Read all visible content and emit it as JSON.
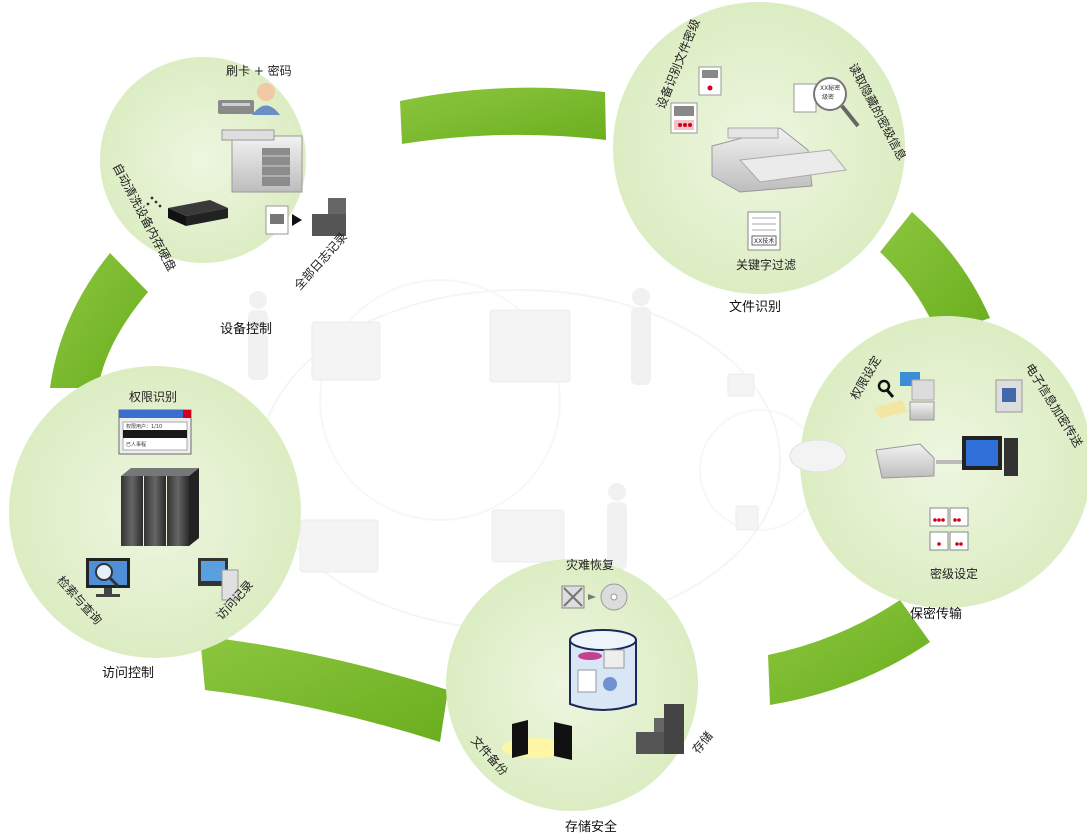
{
  "colors": {
    "circle_fill": "#e3f0cd",
    "arrow_green": "#7ab92a",
    "arrow_green_light": "#a3d15a",
    "ghost": "#e8e8e8"
  },
  "nodes": {
    "device_control": {
      "title": "设备控制",
      "card_password": "刷卡 + 密码",
      "auto_clear": "自动清洗设备内存硬盘",
      "all_logs": "全部日志记录"
    },
    "file_recognition": {
      "title": "文件识别",
      "device_level": "设备识别文件密级",
      "read_hidden": "读取隐藏的密级信息",
      "keyword_filter": "关键字过滤",
      "doc_badge": "XX技术",
      "magnifier_text_1": "XX秘密",
      "magnifier_text_2": "级密"
    },
    "secure_transmission": {
      "title": "保密传输",
      "permission_setting": "权限设定",
      "encrypted_transfer": "电子信息加密传送",
      "level_setting": "密级设定"
    },
    "storage_security": {
      "title": "存储安全",
      "disaster_recovery": "灾难恢复",
      "file_backup": "文件备份",
      "storage": "存储"
    },
    "access_control": {
      "title": "访问控制",
      "permission_recognition": "权限识别",
      "dialog_line_1": "权限用户：1/10",
      "dialog_line_2": "已人事程",
      "search_query": "检索与查询",
      "access_record": "访问记录"
    }
  }
}
